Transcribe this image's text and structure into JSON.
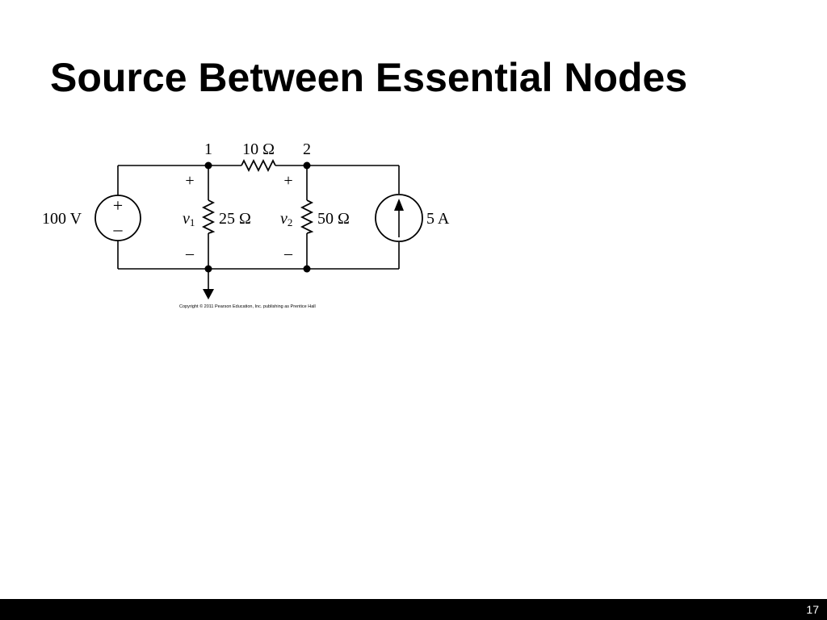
{
  "slide": {
    "title": "Source Between Essential Nodes",
    "page_number": "17"
  },
  "circuit": {
    "nodes": {
      "node_1": "1",
      "node_2": "2"
    },
    "top_resistor_label": "10 Ω",
    "voltage_source": {
      "label": "100 V",
      "plus": "+",
      "minus": "–"
    },
    "left_resistor": {
      "label": "25 Ω",
      "voltage_var": "v",
      "voltage_sub": "1",
      "plus": "+",
      "minus": "–"
    },
    "right_resistor": {
      "label": "50 Ω",
      "voltage_var": "v",
      "voltage_sub": "2",
      "plus": "+",
      "minus": "–"
    },
    "current_source": {
      "label": "5 A"
    },
    "copyright": "Copyright © 2011 Pearson Education, Inc. publishing as Prentice Hall"
  }
}
